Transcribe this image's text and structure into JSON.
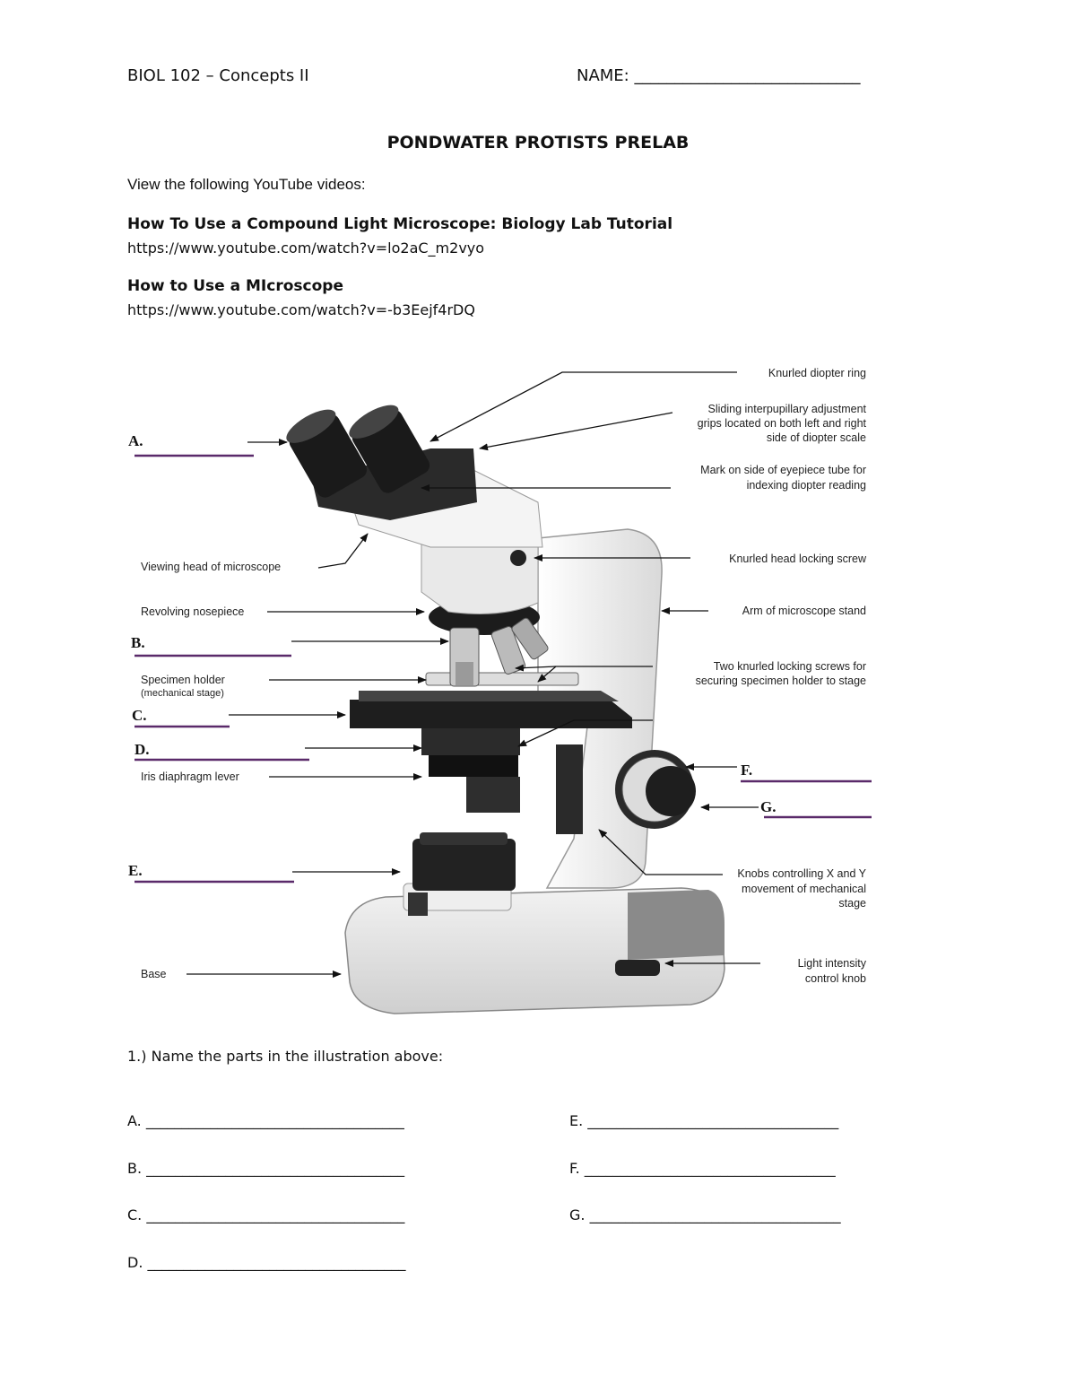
{
  "header": {
    "course": "BIOL 102 – Concepts II",
    "name_label": "NAME: ____________________________"
  },
  "title": "PONDWATER PROTISTS PRELAB",
  "instructions": "View the following YouTube videos:",
  "videos": [
    {
      "title": "How To Use a Compound Light Microscope: Biology Lab Tutorial",
      "url": "https://www.youtube.com/watch?v=lo2aC_m2vyo"
    },
    {
      "title": "How to Use a MIcroscope",
      "url": "https://www.youtube.com/watch?v=-b3Eejf4rDQ"
    }
  ],
  "diagram": {
    "letters": {
      "a": "A.",
      "b": "B.",
      "c": "C.",
      "d": "D.",
      "e": "E.",
      "f": "F.",
      "g": "G."
    },
    "left_labels": {
      "viewing_head": "Viewing head of microscope",
      "nosepiece": "Revolving nosepiece",
      "specimen_holder": "Specimen holder",
      "mechanical_stage": "(mechanical stage)",
      "iris": "Iris diaphragm lever",
      "base": "Base"
    },
    "right_labels": {
      "diopter_ring": "Knurled diopter ring",
      "interpupillary": [
        "Sliding interpupillary adjustment",
        "grips located on both left and right",
        "side of diopter scale"
      ],
      "eyepiece_mark": [
        "Mark on side of eyepiece tube for",
        "indexing diopter reading"
      ],
      "head_screw": "Knurled head locking screw",
      "arm": "Arm of microscope stand",
      "locking_screws": [
        "Two knurled locking screws for",
        "securing specimen holder to stage"
      ],
      "knobs_xy": [
        "Knobs controlling X and Y",
        "movement of mechanical",
        "stage"
      ],
      "light": [
        "Light intensity",
        "control knob"
      ]
    }
  },
  "question": {
    "prompt": "1.)  Name the parts in the illustration above:",
    "answers_left": [
      "A. ____________________________________",
      "B. ____________________________________",
      "C. ____________________________________",
      "D. ____________________________________"
    ],
    "answers_right": [
      "E. ___________________________________",
      "F. ___________________________________",
      "G. ___________________________________"
    ]
  }
}
